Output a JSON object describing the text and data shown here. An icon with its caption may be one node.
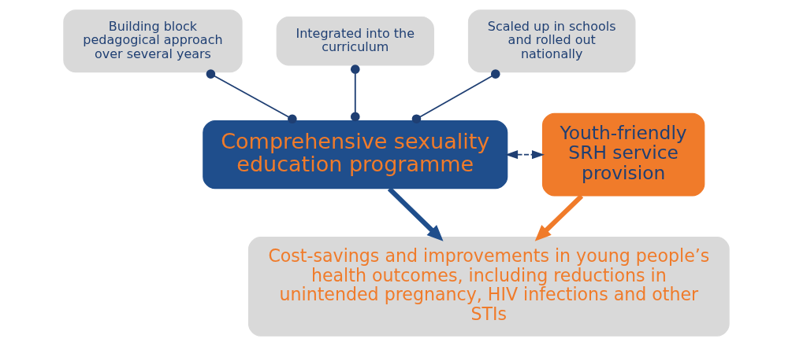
{
  "diagram": {
    "nodes": [
      {
        "text": [
          "Building block pedagogical approach over several years"
        ]
      },
      {
        "text": [
          "Integrated into the curriculum"
        ]
      },
      {
        "text": [
          "Scaled up in schools and rolled out nationally"
        ]
      },
      {
        "text": [
          "Comprehensive sexuality education programme"
        ]
      },
      {
        "text": [
          "Youth-friendly SRH service provision"
        ]
      },
      {
        "text": [
          "Cost-savings and improvements in young people’s health outcomes, including reductions in unintended pregnancy, HIV infections and other STIs"
        ]
      }
    ],
    "edges": [
      {
        "from": 0,
        "to": 3,
        "arrow": "other"
      },
      {
        "from": 1,
        "to": 3,
        "arrow": "other"
      },
      {
        "from": 2,
        "to": 3,
        "arrow": "other"
      },
      {
        "from": 3,
        "to": 4,
        "arrow": "both",
        "style": "dashed"
      },
      {
        "from": 3,
        "to": 5,
        "arrow": "to",
        "style": "thick"
      },
      {
        "from": 4,
        "to": 5,
        "arrow": "to",
        "style": "thick",
        "color": "#f07b2a"
      }
    ]
  }
}
